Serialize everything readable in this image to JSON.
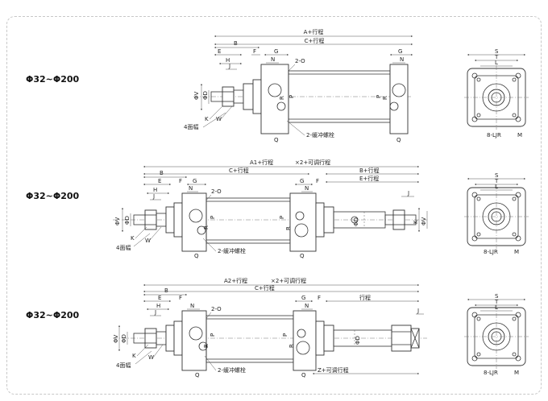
{
  "rows": [
    {
      "range": "Φ32~Φ200",
      "dims": {
        "top1": "A+行程",
        "top2": "C+行程",
        "b": "B",
        "f": "F",
        "g": "G",
        "g_right": "G",
        "e": "E",
        "h": "H",
        "j": "J",
        "n": "N",
        "n_right": "N",
        "port": "2-O",
        "vd": "ΦV",
        "dd": "ΦD",
        "r": "R",
        "p": "P",
        "p2": "P",
        "r2": "R",
        "k": "K",
        "w": "W",
        "nut": "4面幅",
        "q": "Q",
        "q_right": "Q",
        "screw": "2-缓冲螺栓"
      },
      "end": {
        "s": "S",
        "t": "T",
        "l": "L",
        "holes": "8-LJR",
        "m": "M"
      }
    },
    {
      "range": "Φ32~Φ200",
      "dims": {
        "top1": "A1+行程",
        "top1b": "×2+可调行程",
        "top2": "C+行程",
        "top3": "B+行程",
        "top4": "E+行程",
        "b": "B",
        "e": "E",
        "f": "F",
        "g": "G",
        "h": "H",
        "j": "J",
        "n": "N",
        "port": "2-O",
        "g2": "G",
        "f2": "F",
        "n2": "N",
        "j2": "J",
        "vd": "ΦV",
        "dd": "ΦD",
        "r": "R",
        "p": "P",
        "p2": "P",
        "r2": "R",
        "dd_right": "ΦD",
        "k_right": "K",
        "vd_right": "ΦV",
        "k": "K",
        "w": "W",
        "nut": "4面幅",
        "q": "Q",
        "q2": "Q",
        "screw": "2-缓冲螺栓"
      },
      "end": {
        "s": "S",
        "t": "T",
        "l": "L",
        "holes": "8-LJR",
        "m": "M"
      }
    },
    {
      "range": "Φ32~Φ200",
      "dims": {
        "top1": "A2+行程",
        "top1b": "×2+可调行程",
        "top2": "C+行程",
        "b": "B",
        "e": "E",
        "f": "F",
        "h": "H",
        "j": "J",
        "n": "N",
        "port": "2-O",
        "g2": "G",
        "f2": "F",
        "n2": "N",
        "stroke": "行程",
        "j_right": "J",
        "vd": "ΦV",
        "dd": "ΦD",
        "r": "R",
        "p": "P",
        "p2": "P",
        "r2": "R",
        "dd_mid": "ΦD",
        "k": "K",
        "w": "W",
        "nut": "4面幅",
        "q": "Q",
        "q2": "Q",
        "z": "Z+可调行程",
        "screw": "2-缓冲螺栓"
      },
      "end": {
        "s": "S",
        "t": "T",
        "l": "L",
        "holes": "8-LJR",
        "m": "M"
      }
    }
  ]
}
